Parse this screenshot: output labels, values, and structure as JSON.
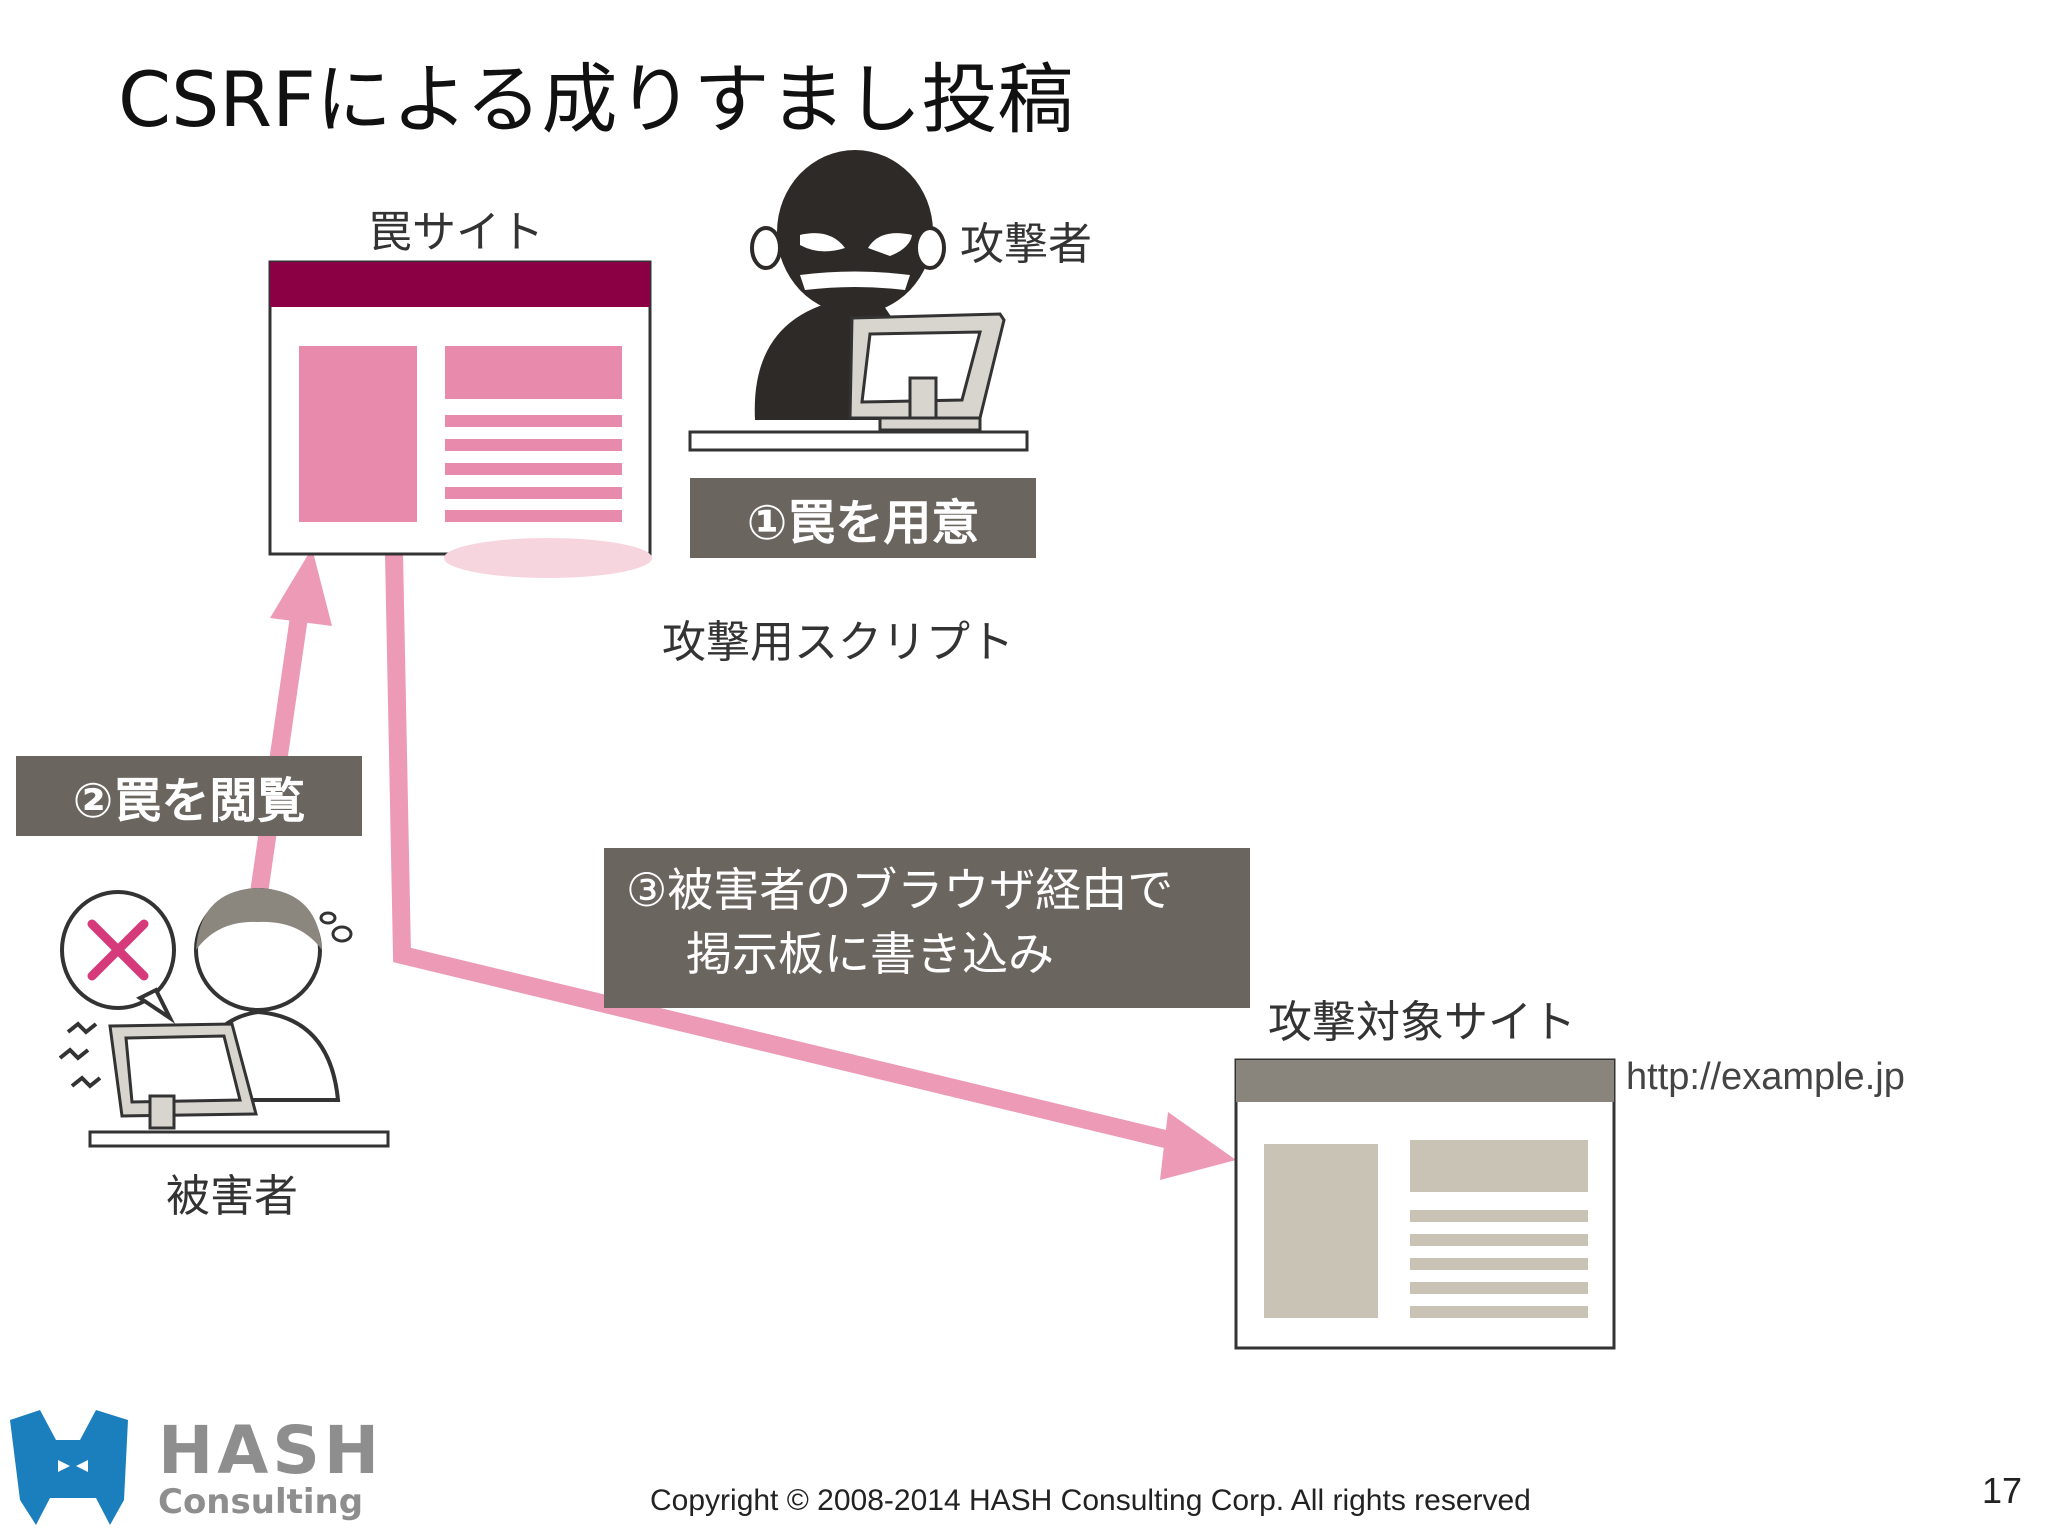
{
  "title": "CSRFによる成りすまし投稿",
  "labels": {
    "trap_site": "罠サイト",
    "attacker": "攻撃者",
    "attack_script": "攻撃用スクリプト",
    "victim": "被害者",
    "target_site": "攻撃対象サイト",
    "target_url": "http://example.jp"
  },
  "steps": {
    "step1": "①罠を用意",
    "step2": "②罠を閲覧",
    "step3_line1": "③被害者のブラウザ経由で",
    "step3_line2": "掲示板に書き込み"
  },
  "logo": {
    "line1": "HASH",
    "line2": "Consulting"
  },
  "footer": {
    "copyright": "Copyright © 2008-2014 HASH Consulting Corp. All rights reserved",
    "page_number": "17"
  },
  "colors": {
    "trap_header": "#8b0045",
    "trap_pink": "#e88aac",
    "arrow_pink": "#ec9ab6",
    "target_header": "#8a857c",
    "target_block": "#c9c3b5",
    "step_box": "#6b6560",
    "logo_blue": "#1b7fbd"
  },
  "icons": [
    "attacker-icon",
    "victim-icon",
    "cross-icon"
  ]
}
